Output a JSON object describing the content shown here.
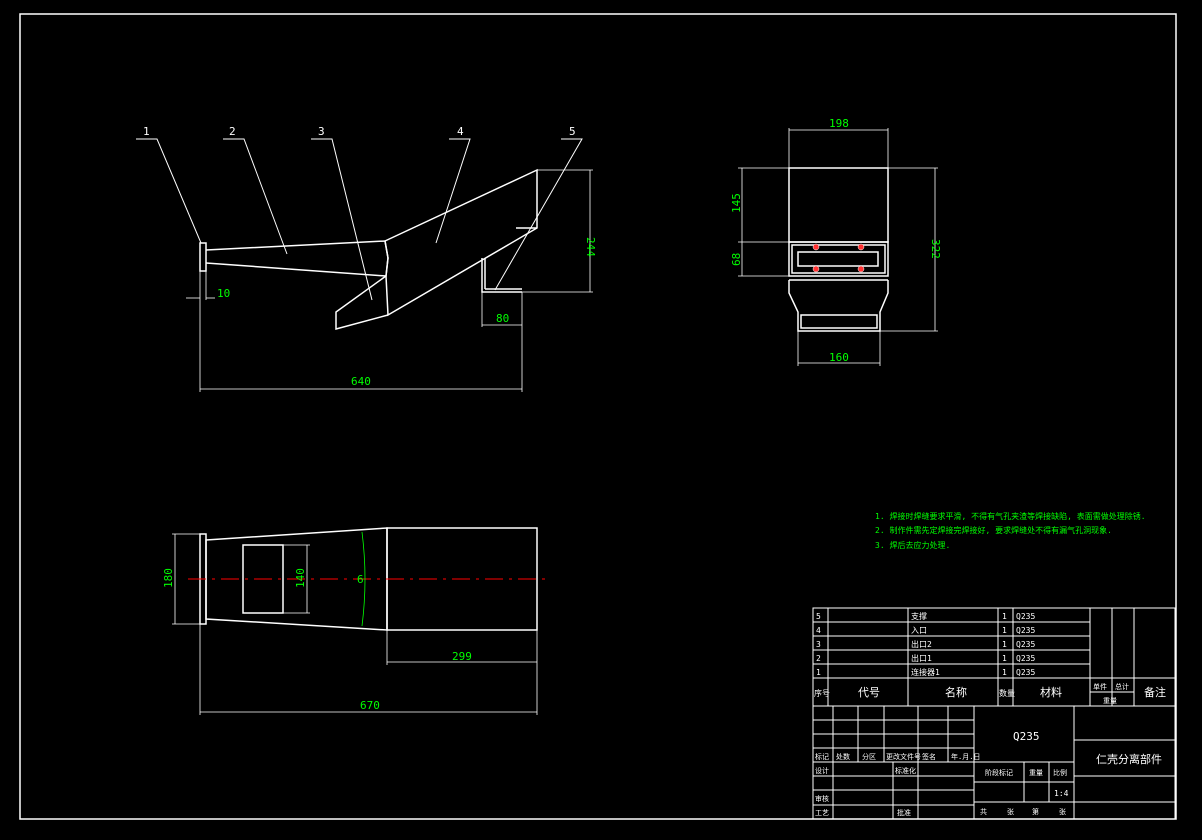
{
  "colors": {
    "background": "#000000",
    "outline": "#ffffff",
    "dimension": "#00ff00",
    "centerline": "#ff0000",
    "notes": "#00ff00"
  },
  "front_view": {
    "balloons": [
      "1",
      "2",
      "3",
      "4",
      "5"
    ],
    "dims": {
      "d10": "10",
      "d80": "80",
      "d640": "640",
      "d244": "244"
    }
  },
  "side_view": {
    "dims": {
      "d198": "198",
      "d145": "145",
      "d68": "68",
      "d322": "322",
      "d160": "160"
    }
  },
  "top_view": {
    "dims": {
      "d180": "180",
      "d140": "140",
      "d6": "6",
      "d299": "299",
      "d670": "670"
    }
  },
  "notes": [
    "1. 焊接时焊缝要求平滑, 不得有气孔夹渣等焊接缺陷, 表面需做处理除锈.",
    "2. 制作件需先定焊接完焊接好, 要求焊缝处不得有漏气孔洞现象.",
    "3. 焊后去应力处理."
  ],
  "bom": {
    "rows": [
      {
        "no": "5",
        "code": "",
        "name": "支撑",
        "qty": "1",
        "material": "Q235"
      },
      {
        "no": "4",
        "code": "",
        "name": "入口",
        "qty": "1",
        "material": "Q235"
      },
      {
        "no": "3",
        "code": "",
        "name": "出口2",
        "qty": "1",
        "material": "Q235"
      },
      {
        "no": "2",
        "code": "",
        "name": "出口1",
        "qty": "1",
        "material": "Q235"
      },
      {
        "no": "1",
        "code": "",
        "name": "连接器1",
        "qty": "1",
        "material": "Q235"
      }
    ],
    "header": {
      "no": "序号",
      "code": "代号",
      "name": "名称",
      "qty": "数量",
      "material": "材料",
      "single": "单件",
      "total": "总计",
      "weight": "重量",
      "remark": "备注"
    }
  },
  "title_block": {
    "material": "Q235",
    "title": "仁壳分离部件",
    "scale": "1:4",
    "labels": {
      "mark": "标记",
      "count": "处数",
      "zone": "分区",
      "change_doc": "更改文件号",
      "sign": "签名",
      "date": "年.月.日",
      "design": "设计",
      "standardize": "标准化",
      "review": "审核",
      "process": "工艺",
      "approve": "批准",
      "stage_mark": "阶段标记",
      "weight": "重量",
      "ratio": "比例",
      "sheets_total": "共",
      "sheets_unit1": "张",
      "sheet_no": "第",
      "sheets_unit2": "张"
    }
  }
}
